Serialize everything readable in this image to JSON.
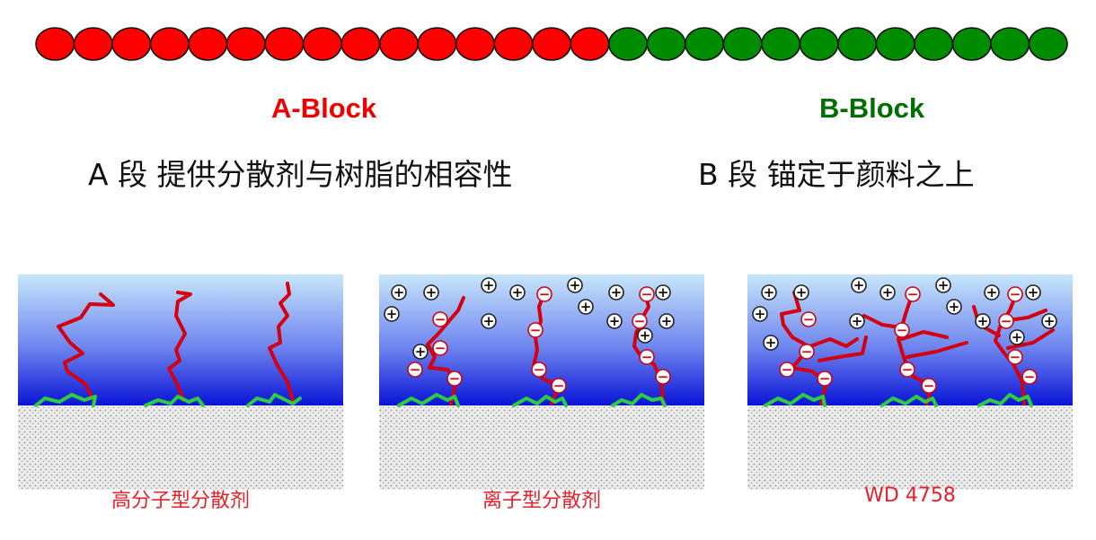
{
  "colors": {
    "a_block": "#ee0000",
    "b_block": "#006e00",
    "chain_red": "#ff0000",
    "chain_green": "#008c00",
    "anchor_green": "#2ecc40",
    "polymer_red": "#d40010",
    "caption_red": "#e8202a",
    "solvent_top": "#c7e6fa",
    "solvent_bottom": "#0a14d6",
    "substrate": "#e9e9e9"
  },
  "chain": {
    "a_segments": 15,
    "b_segments": 12
  },
  "labels": {
    "a_block": "A-Block",
    "b_block": "B-Block",
    "a_desc": "A 段  提供分散剂与树脂的相容性",
    "b_desc": "B 段  锚定于颜料之上"
  },
  "panels": [
    {
      "caption": "高分子型分散剂",
      "ions": false
    },
    {
      "caption": "离子型分散剂",
      "ions": true,
      "plus_symbol": "+",
      "minus_symbol": "−"
    },
    {
      "caption": "WD 4758",
      "ions": true,
      "plus_symbol": "+",
      "minus_symbol": "−"
    }
  ]
}
